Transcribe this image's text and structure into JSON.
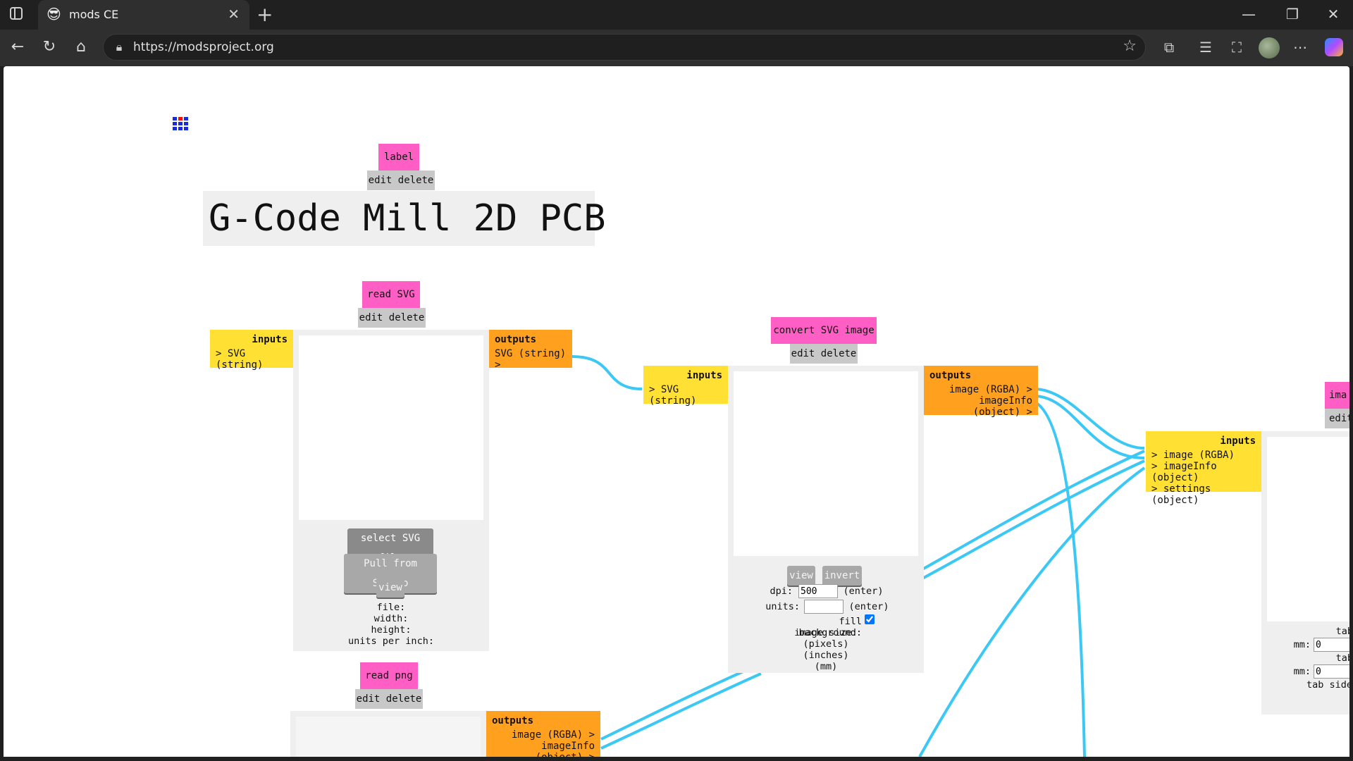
{
  "browser": {
    "tab_title": "mods CE",
    "tab_favicon": "😎",
    "url": "https://modsproject.org"
  },
  "program": {
    "label_module": {
      "title": "label",
      "edit": "edit delete",
      "text": "G-Code Mill 2D PCB"
    },
    "read_svg": {
      "title": "read SVG",
      "edit": "edit delete",
      "inputs_header": "inputs",
      "input_1": "> SVG (string)",
      "outputs_header": "outputs",
      "output_1": "SVG (string) >",
      "select_button": "select SVG file",
      "pull_button": "Pull from SvgPcb",
      "view_button": "view",
      "file_label": "file:",
      "width_label": "width:",
      "height_label": "height:",
      "units_label": "units per inch:"
    },
    "convert_svg": {
      "title": "convert SVG image",
      "edit": "edit delete",
      "inputs_header": "inputs",
      "input_1": "> SVG (string)",
      "outputs_header": "outputs",
      "output_1": "image (RGBA) >",
      "output_2": "imageInfo (object) >",
      "view_button": "view",
      "invert_button": "invert",
      "dpi_label": "dpi:",
      "dpi_value": "500",
      "dpi_enter": "(enter)",
      "units_label": "units:",
      "units_value": "",
      "units_enter": "(enter)",
      "fill_label": "fill background:",
      "fill_checked": true,
      "size_label": "image size:",
      "pixels": "(pixels)",
      "inches": "(inches)",
      "mm": "(mm)"
    },
    "next_module": {
      "title": "ima",
      "edit": "edit",
      "inputs_header": "inputs",
      "input_1": "> image (RGBA)",
      "input_2": "> imageInfo (object)",
      "input_3": "> settings (object)",
      "tab_1": "tab",
      "mm_1": "mm:",
      "mm_1_value": "0",
      "tab_2": "tab",
      "mm_2": "mm:",
      "mm_2_value": "0",
      "tab_side": "tab side"
    },
    "read_png": {
      "title": "read png",
      "edit": "edit delete",
      "outputs_header": "outputs",
      "output_1": "image (RGBA) >",
      "output_2": "imageInfo (object) >"
    }
  },
  "colors": {
    "wire": "#3cc8f5",
    "title": "#ff5ec4",
    "inputs": "#ffe033",
    "outputs": "#ffa01e"
  }
}
